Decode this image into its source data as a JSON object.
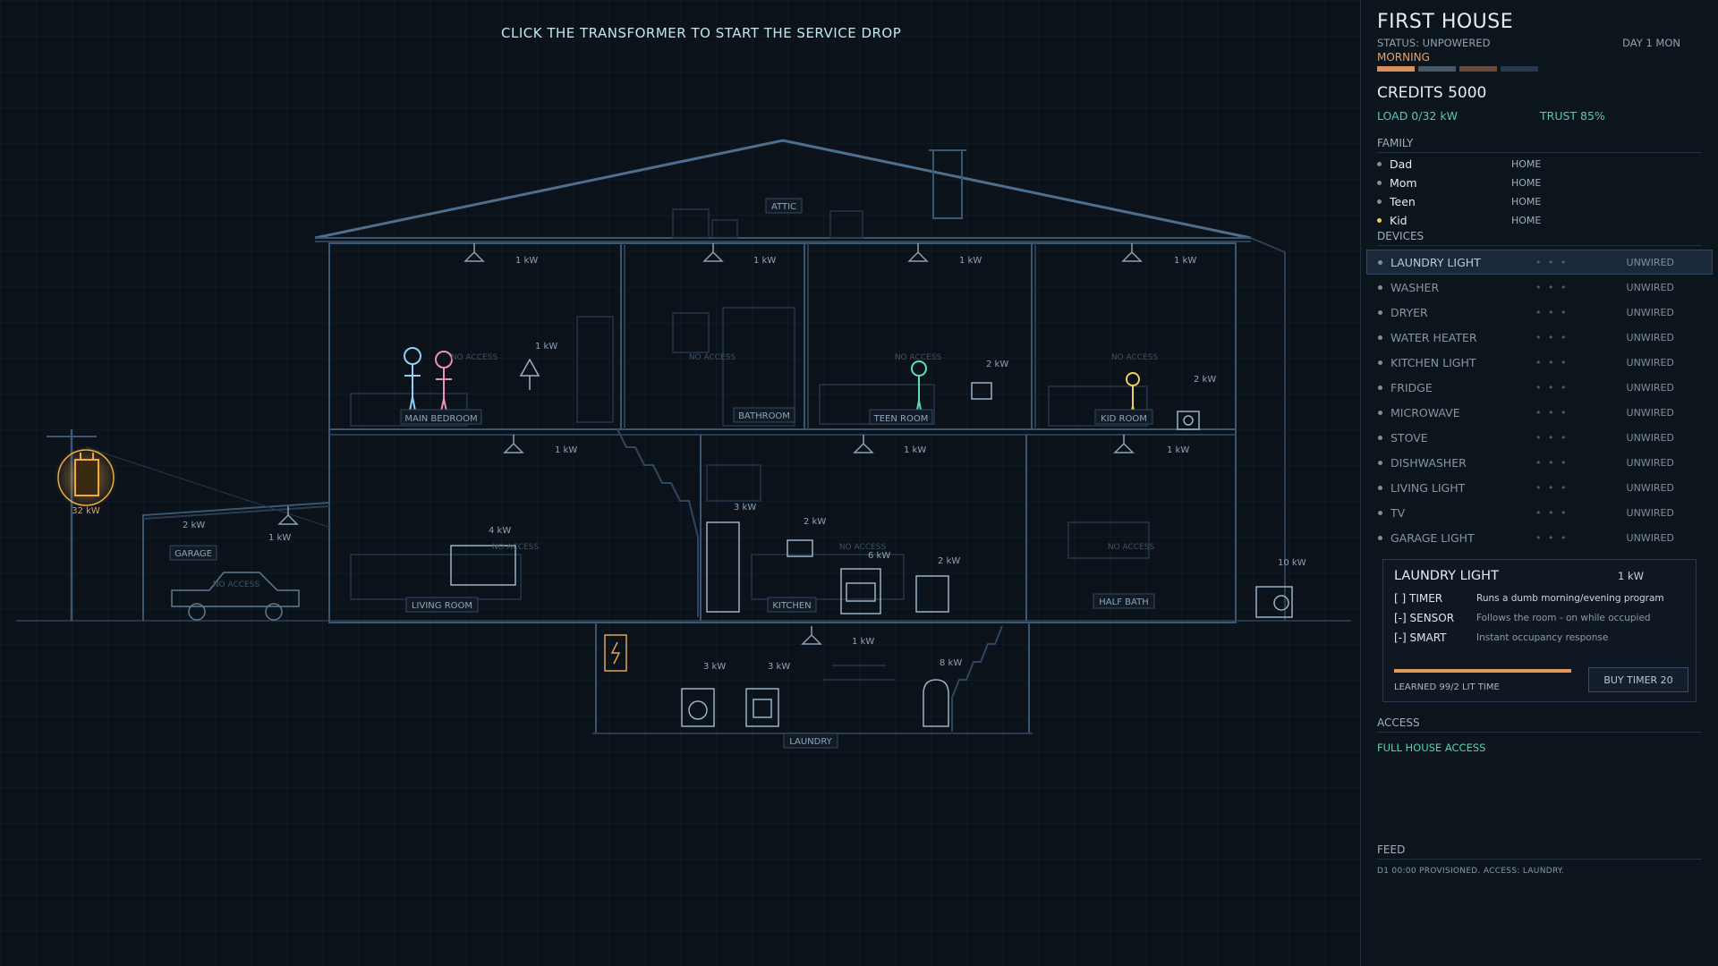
{
  "hint": "CLICK THE TRANSFORMER TO START THE SERVICE DROP",
  "transformer": {
    "capacity": "32 kW"
  },
  "rooms": [
    {
      "id": "attic",
      "label": "ATTIC"
    },
    {
      "id": "main-bedroom",
      "label": "MAIN BEDROOM"
    },
    {
      "id": "bathroom",
      "label": "BATHROOM"
    },
    {
      "id": "teen-room",
      "label": "TEEN ROOM"
    },
    {
      "id": "kid-room",
      "label": "KID ROOM"
    },
    {
      "id": "living-room",
      "label": "LIVING ROOM"
    },
    {
      "id": "kitchen",
      "label": "KITCHEN"
    },
    {
      "id": "half-bath",
      "label": "HALF BATH"
    },
    {
      "id": "garage",
      "label": "GARAGE"
    },
    {
      "id": "laundry",
      "label": "LAUNDRY"
    }
  ],
  "no_access_label": "NO ACCESS",
  "loads": {
    "l1": "1 kW",
    "l2": "1 kW",
    "l3": "1 kW",
    "l4": "1 kW",
    "l5": "1 kW",
    "l6": "2 kW",
    "l7": "2 kW",
    "l8": "1 kW",
    "l9": "1 kW",
    "l10": "1 kW",
    "l11": "4 kW",
    "l12": "3 kW",
    "l13": "2 kW",
    "l14": "6 kW",
    "l15": "2 kW",
    "l16": "2 kW",
    "l17": "1 kW",
    "l18": "10 kW",
    "l19": "1 kW",
    "l20": "3 kW",
    "l21": "3 kW",
    "l22": "8 kW"
  },
  "panel": {
    "house_title": "FIRST HOUSE",
    "status": "STATUS: UNPOWERED",
    "day": "DAY 1 MON",
    "phase": "MORNING",
    "day_segments": [
      "#d98f5a",
      "#4a5766",
      "#6a4a3a",
      "#27384d"
    ],
    "credits": "CREDITS  5000",
    "load": "LOAD  0/32 kW",
    "trust": "TRUST  85%",
    "family_header": "FAMILY",
    "family": [
      {
        "name": "Dad",
        "status": "HOME"
      },
      {
        "name": "Mom",
        "status": "HOME"
      },
      {
        "name": "Teen",
        "status": "HOME"
      },
      {
        "name": "Kid",
        "status": "HOME"
      }
    ],
    "devices_header": "DEVICES",
    "devices": [
      {
        "name": "LAUNDRY LIGHT",
        "status": "UNWIRED"
      },
      {
        "name": "WASHER",
        "status": "UNWIRED"
      },
      {
        "name": "DRYER",
        "status": "UNWIRED"
      },
      {
        "name": "WATER HEATER",
        "status": "UNWIRED"
      },
      {
        "name": "KITCHEN LIGHT",
        "status": "UNWIRED"
      },
      {
        "name": "FRIDGE",
        "status": "UNWIRED"
      },
      {
        "name": "MICROWAVE",
        "status": "UNWIRED"
      },
      {
        "name": "STOVE",
        "status": "UNWIRED"
      },
      {
        "name": "DISHWASHER",
        "status": "UNWIRED"
      },
      {
        "name": "LIVING LIGHT",
        "status": "UNWIRED"
      },
      {
        "name": "TV",
        "status": "UNWIRED"
      },
      {
        "name": "GARAGE LIGHT",
        "status": "UNWIRED"
      }
    ],
    "dots": "• • •",
    "selected": {
      "name": "LAUNDRY LIGHT",
      "load": "1 kW",
      "options": [
        {
          "key": "[ ] TIMER",
          "desc": "Runs a dumb morning/evening program"
        },
        {
          "key": "[-] SENSOR",
          "desc": "Follows the room - on while occupied"
        },
        {
          "key": "[-] SMART",
          "desc": "Instant occupancy response"
        }
      ],
      "learned": "LEARNED 99/2 LIT TIME",
      "learn_progress": 0.9,
      "buy_label": "BUY TIMER 20"
    },
    "access_header": "ACCESS",
    "access_value": "FULL HOUSE ACCESS",
    "feed_header": "FEED",
    "feed": [
      "D1 00:00  PROVISIONED. ACCESS: LAUNDRY."
    ]
  }
}
